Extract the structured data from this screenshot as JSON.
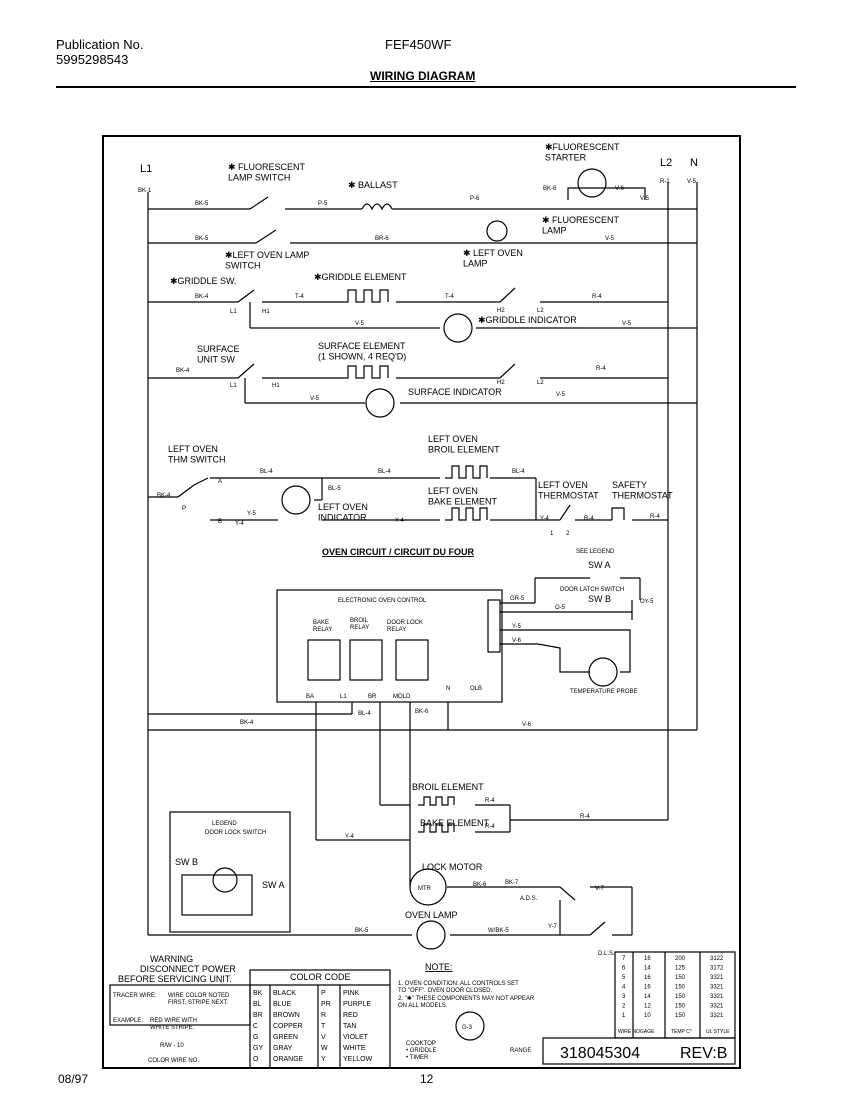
{
  "header": {
    "publication_label": "Publication No.",
    "publication_number": "5995298543",
    "model": "FEF450WF",
    "title": "WIRING DIAGRAM"
  },
  "footer": {
    "date": "08/97",
    "page": "12"
  },
  "lines": {
    "l1": "L1",
    "l2": "L2",
    "n": "N"
  },
  "labels": {
    "fluor_switch": "✱ FLUORESCENT\nLAMP SWITCH",
    "ballast": "✱ BALLAST",
    "fluor_starter": "✱FLUORESCENT\nSTARTER",
    "fluor_lamp": "✱ FLUORESCENT\nLAMP",
    "left_oven_lamp_switch": "✱LEFT OVEN LAMP\nSWITCH",
    "left_oven_lamp": "✱ LEFT OVEN\nLAMP",
    "griddle_sw": "✱GRIDDLE SW.",
    "griddle_element": "✱GRIDDLE ELEMENT",
    "griddle_indicator": "✱GRIDDLE INDICATOR",
    "surface_unit_sw": "SURFACE\nUNIT SW",
    "surface_element": "SURFACE ELEMENT\n(1 SHOWN, 4 REQ'D)",
    "surface_indicator": "SURFACE INDICATOR",
    "left_oven_thm_switch": "LEFT OVEN\nTHM SWITCH",
    "left_oven_broil_element": "LEFT OVEN\nBROIL ELEMENT",
    "left_oven_bake_element": "LEFT OVEN\nBAKE ELEMENT",
    "left_oven_indicator": "LEFT OVEN\nINDICATOR",
    "left_oven_thermostat": "LEFT OVEN\nTHERMOSTAT",
    "safety_thermostat": "SAFETY\nTHERMOSTAT",
    "oven_circuit": "OVEN CIRCUIT / CIRCUIT DU FOUR",
    "see_legend": "SEE LEGEND",
    "sw_a": "SW A",
    "sw_b": "SW B",
    "door_latch_switch": "DOOR LATCH SWITCH",
    "electronic_oven_control": "ELECTRONIC OVEN CONTROL",
    "bake_relay": "BAKE\nRELAY",
    "broil_relay": "BROIL\nRELAY",
    "door_lock_relay": "DOOR LOCK\nRELAY",
    "temperature_probe": "TEMPERATURE PROBE",
    "broil_element": "BROIL ELEMENT",
    "bake_element": "BAKE ELEMENT",
    "lock_motor": "LOCK MOTOR",
    "oven_lamp": "OVEN LAMP",
    "ads": "A.D.S.",
    "dls": "D.L.S.",
    "mtr": "MTR",
    "legend": "LEGEND",
    "door_lock_switch": "DOOR LOCK SWITCH",
    "eoc_terms": [
      "BA",
      "L1",
      "BR",
      "MOLD",
      "N",
      "OLB"
    ]
  },
  "wires": {
    "bk1": "BK-1",
    "bk5": "BK-5",
    "bk6": "BK-6",
    "bk4": "BK-4",
    "bk7": "BK-7",
    "p5": "P-5",
    "p6": "P-6",
    "br6": "BR-6",
    "t4": "T-4",
    "r4": "R-4",
    "v5": "V-5",
    "v6": "V-6",
    "v7": "V-7",
    "bl4": "BL-4",
    "bl5": "BL-5",
    "y4": "Y-4",
    "y5": "Y-5",
    "y7": "Y-7",
    "gr5": "GR-5",
    "o5": "O-5",
    "oy5": "OY-5",
    "r1": "R-1",
    "wbk5": "W/BK-5"
  },
  "terminals": {
    "a": "A",
    "p": "P",
    "b": "B",
    "l1": "L1",
    "h1": "H1",
    "l2": "L2",
    "h2": "H2",
    "one": "1",
    "two": "2"
  },
  "warning": {
    "title": "WARNING",
    "line1": "DISCONNECT POWER",
    "line2": "BEFORE SERVICING UNIT.",
    "tracer_label": "TRACER WIRE:",
    "tracer_text": "WIRE COLOR NOTED\nFIRST, STRIPE NEXT.",
    "example_label": "EXAMPLE:",
    "example_text": "RED WIRE WITH\nWHITE STRIPE.",
    "example_code": "R/W - 10",
    "color_wire_no": "COLOR WIRE NO."
  },
  "color_code": {
    "title": "COLOR CODE",
    "rows": [
      [
        "BK",
        "BLACK",
        "P",
        "PINK"
      ],
      [
        "BL",
        "BLUE",
        "PR",
        "PURPLE"
      ],
      [
        "BR",
        "BROWN",
        "R",
        "RED"
      ],
      [
        "C",
        "COPPER",
        "T",
        "TAN"
      ],
      [
        "G",
        "GREEN",
        "V",
        "VIOLET"
      ],
      [
        "GY",
        "GRAY",
        "W",
        "WHITE"
      ],
      [
        "O",
        "ORANGE",
        "Y",
        "YELLOW"
      ]
    ]
  },
  "notes": {
    "title": "NOTE:",
    "n1": "1. OVEN CONDITION: ALL CONTROLS SET\nTO \"OFF\". OVEN DOOR CLOSED.",
    "n2": "2. \"✱\" THESE COMPONENTS MAY NOT APPEAR\nON ALL MODELS.",
    "g3": "G-3",
    "cooktop": "COOKTOP\n• GRIDDLE\n• TIMER",
    "range": "RANGE"
  },
  "wire_table": {
    "rows": [
      [
        "7",
        "16",
        "200",
        "3122"
      ],
      [
        "6",
        "14",
        "125",
        "3172"
      ],
      [
        "5",
        "16",
        "150",
        "3321"
      ],
      [
        "4",
        "16",
        "150",
        "3321"
      ],
      [
        "3",
        "14",
        "150",
        "3321"
      ],
      [
        "2",
        "12",
        "150",
        "3321"
      ],
      [
        "1",
        "10",
        "150",
        "3321"
      ]
    ],
    "headers": [
      "WIRE NO",
      "GAGE",
      "TEMP C°",
      "UL STYLE"
    ]
  },
  "part_number": "318045304",
  "revision": "REV:B"
}
